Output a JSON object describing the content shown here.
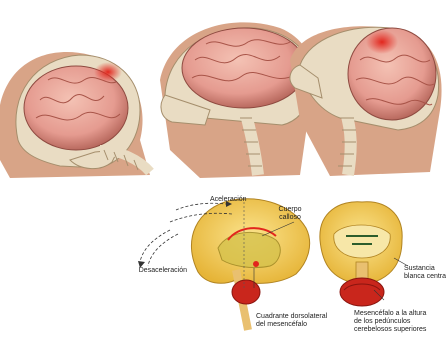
{
  "labels": {
    "acceleration": "Aceleración",
    "deceleration": "Desaceleración",
    "corpus_callosum_line1": "Cuerpo",
    "corpus_callosum_line2": "calloso",
    "quadrant_line1": "Cuadrante dorsolateral",
    "quadrant_line2": "del mesencéfalo",
    "white_matter_line1": "Sustancia",
    "white_matter_line2": "blanca central",
    "midbrain_line1": "Mesencéfalo a la altura",
    "midbrain_line2": "de los pedúnculos",
    "midbrain_line3": "cerebelosos superiores"
  },
  "colors": {
    "skin": "#d8a487",
    "bone": "#e9dcc3",
    "brain": "#e59b90",
    "injury": "#e2261d",
    "cut_brain_yellow": "#f1c94f",
    "cerebellum": "#c9261c"
  }
}
